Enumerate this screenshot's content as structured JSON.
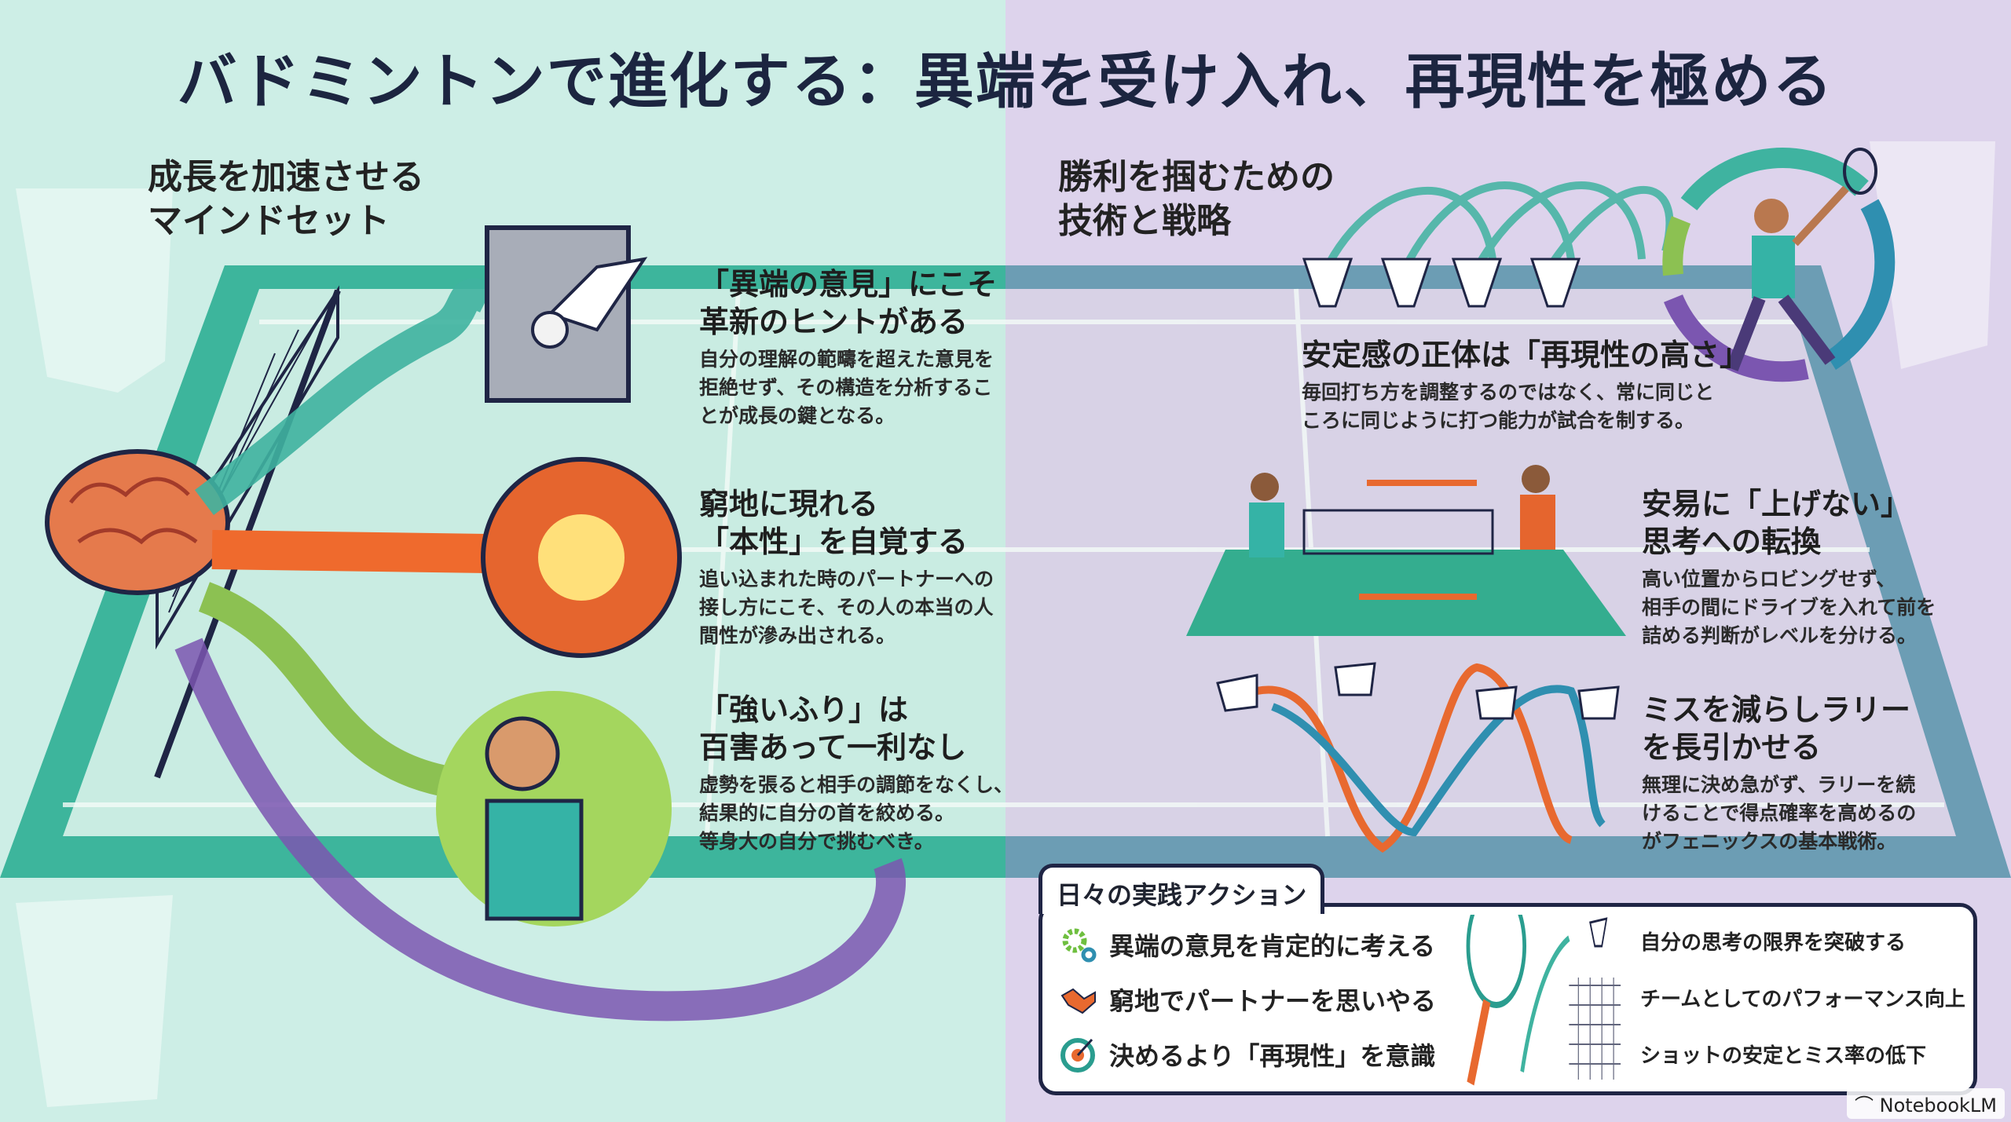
{
  "title": "バドミントンで進化する：異端を受け入れ、再現性を極める",
  "left": {
    "heading": [
      "成長を加速させる",
      "マインドセット"
    ],
    "items": [
      {
        "title": [
          "「異端の意見」にこそ",
          "革新のヒントがある"
        ],
        "body": [
          "自分の理解の範疇を超えた意見を",
          "拒絶せず、その構造を分析するこ",
          "とが成長の鍵となる。"
        ]
      },
      {
        "title": [
          "窮地に現れる",
          "「本性」を自覚する"
        ],
        "body": [
          "追い込まれた時のパートナーへの",
          "接し方にこそ、その人の本当の人",
          "間性が滲み出される。"
        ]
      },
      {
        "title": [
          "「強いふり」は",
          "百害あって一利なし"
        ],
        "body": [
          "虚勢を張ると相手の調節をなくし、",
          "結果的に自分の首を絞める。",
          "等身大の自分で挑むべき。"
        ]
      }
    ]
  },
  "right": {
    "heading": [
      "勝利を掴むための",
      "技術と戦略"
    ],
    "items": [
      {
        "title": [
          "安定感の正体は「再現性の高さ」"
        ],
        "body": [
          "毎回打ち方を調整するのではなく、常に同じと",
          "ころに同じように打つ能力が試合を制する。"
        ]
      },
      {
        "title": [
          "安易に「上げない」",
          "思考への転換"
        ],
        "body": [
          "高い位置からロビングせず、",
          "相手の間にドライブを入れて前を",
          "詰める判断がレベルを分ける。"
        ]
      },
      {
        "title": [
          "ミスを減らしラリー",
          "を長引かせる"
        ],
        "body": [
          "無理に決め急がず、ラリーを続",
          "けることで得点確率を高めるの",
          "がフェニックスの基本戦術。"
        ]
      }
    ]
  },
  "actions": {
    "heading": "日々の実践アクション",
    "items": [
      {
        "icon": "gears-icon",
        "label": "異端の意見を肯定的に考える"
      },
      {
        "icon": "handshake-icon",
        "label": "窮地でパートナーを思いやる"
      },
      {
        "icon": "target-icon",
        "label": "決めるより「再現性」を意識"
      }
    ],
    "results": [
      "自分の思考の限界を突破する",
      "チームとしてのパフォーマンス向上",
      "ショットの安定とミス率の低下"
    ]
  },
  "branding": "NotebookLM",
  "colors": {
    "left_bg": "#cdeee6",
    "right_bg": "#ddd3ec",
    "court_left": "#3db59c",
    "court_right": "#6c9db4",
    "navy": "#1f2545",
    "orange": "#e8692f"
  }
}
